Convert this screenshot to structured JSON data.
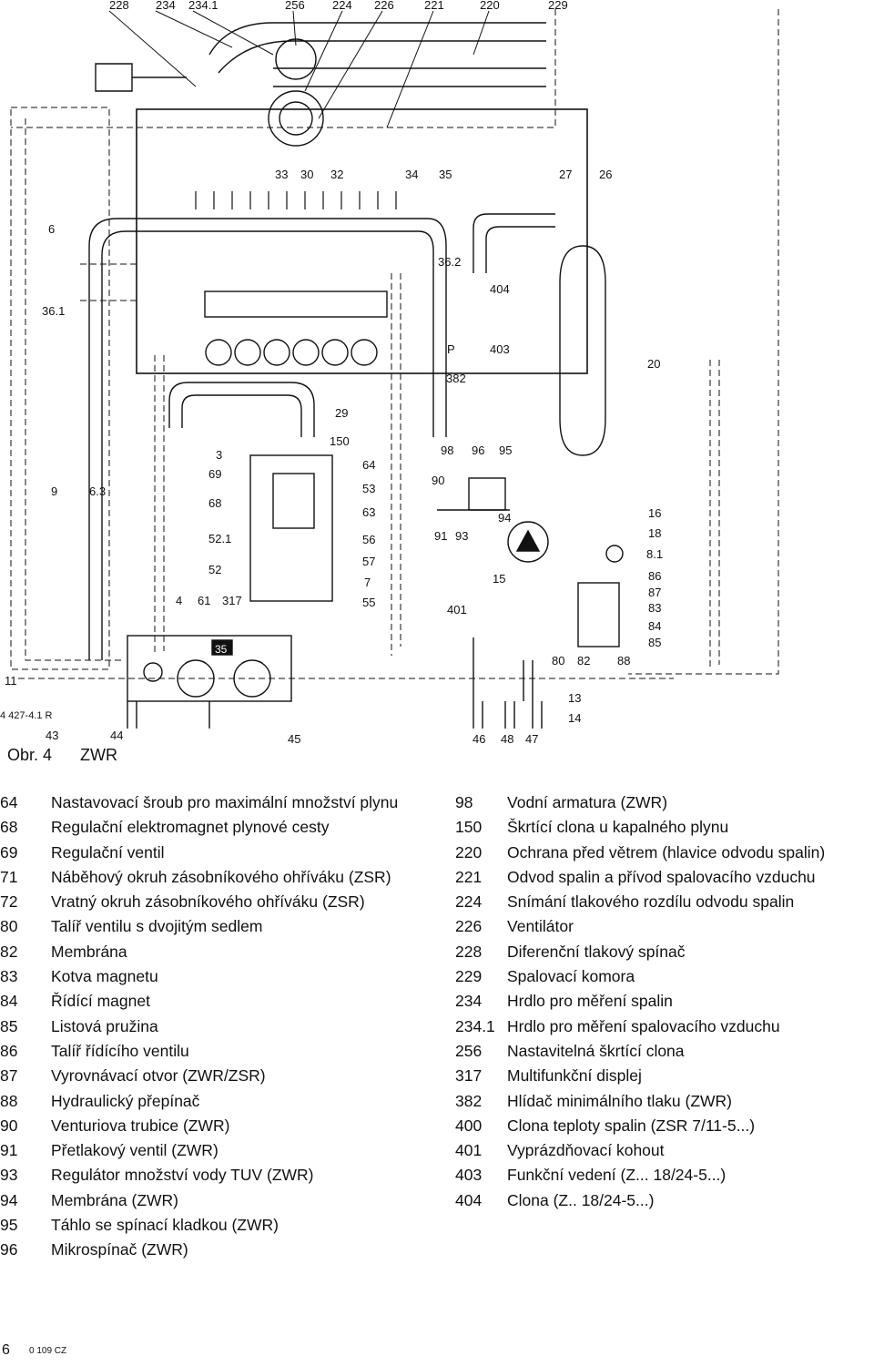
{
  "figure": {
    "number_label": "Obr. 4",
    "model_label": "ZWR",
    "doc_id": "4 427-4.1 R",
    "display_readout": "35",
    "callouts_top": [
      "228",
      "234",
      "234.1",
      "256",
      "224",
      "226",
      "221",
      "220",
      "229"
    ],
    "callouts_burner_row": [
      "33",
      "30",
      "32",
      "34",
      "35",
      "27",
      "26"
    ],
    "callouts_left_column": [
      "6",
      "36.1",
      "9",
      "6.3",
      "11"
    ],
    "callouts_center": [
      "36.2",
      "404",
      "P",
      "403",
      "382",
      "20",
      "29",
      "150"
    ],
    "callouts_gas_valve_left": [
      "3",
      "69",
      "68",
      "52.1",
      "52",
      "4",
      "61",
      "317"
    ],
    "callouts_gas_valve_right": [
      "64",
      "53",
      "63",
      "56",
      "57",
      "7",
      "55"
    ],
    "callouts_water_block": [
      "98",
      "96",
      "95",
      "90",
      "94",
      "91",
      "93",
      "15",
      "401"
    ],
    "callouts_right_column": [
      "16",
      "18",
      "8.1",
      "86",
      "87",
      "83",
      "84",
      "85",
      "80",
      "82",
      "88"
    ],
    "callouts_bottom": [
      "43",
      "44",
      "45",
      "46",
      "48",
      "47",
      "13",
      "14"
    ]
  },
  "legend_left": [
    {
      "num": "64",
      "text": "Nastavovací šroub pro maximální množství plynu"
    },
    {
      "num": "68",
      "text": "Regulační elektromagnet plynové cesty"
    },
    {
      "num": "69",
      "text": "Regulační ventil"
    },
    {
      "num": "71",
      "text": "Náběhový okruh zásobníkového ohříváku (ZSR)"
    },
    {
      "num": "72",
      "text": "Vratný okruh zásobníkového ohříváku (ZSR)"
    },
    {
      "num": "80",
      "text": "Talíř ventilu s dvojitým sedlem"
    },
    {
      "num": "82",
      "text": "Membrána"
    },
    {
      "num": "83",
      "text": "Kotva magnetu"
    },
    {
      "num": "84",
      "text": "Řídící magnet"
    },
    {
      "num": "85",
      "text": "Listová pružina"
    },
    {
      "num": "86",
      "text": "Talíř řídícího ventilu"
    },
    {
      "num": "87",
      "text": "Vyrovnávací otvor (ZWR/ZSR)"
    },
    {
      "num": "88",
      "text": "Hydraulický přepínač"
    },
    {
      "num": "90",
      "text": "Venturiova trubice (ZWR)"
    },
    {
      "num": "91",
      "text": "Přetlakový ventil (ZWR)"
    },
    {
      "num": "93",
      "text": "Regulátor množství vody TUV (ZWR)"
    },
    {
      "num": "94",
      "text": "Membrána (ZWR)"
    },
    {
      "num": "95",
      "text": "Táhlo se spínací kladkou (ZWR)"
    },
    {
      "num": "96",
      "text": "Mikrospínač (ZWR)"
    }
  ],
  "legend_right": [
    {
      "num": "98",
      "text": "Vodní armatura (ZWR)"
    },
    {
      "num": "150",
      "text": "Škrtící clona u kapalného plynu"
    },
    {
      "num": "220",
      "text": "Ochrana před větrem (hlavice odvodu spalin)"
    },
    {
      "num": "221",
      "text": "Odvod spalin a přívod spalovacího vzduchu"
    },
    {
      "num": "224",
      "text": "Snímání tlakového rozdílu odvodu spalin"
    },
    {
      "num": "226",
      "text": "Ventilátor"
    },
    {
      "num": "228",
      "text": "Diferenční tlakový spínač"
    },
    {
      "num": "229",
      "text": "Spalovací komora"
    },
    {
      "num": "234",
      "text": "Hrdlo pro měření spalin"
    },
    {
      "num": "234.1",
      "text": "Hrdlo pro měření spalovacího vzduchu"
    },
    {
      "num": "256",
      "text": "Nastavitelná škrtící clona"
    },
    {
      "num": "317",
      "text": "Multifunkční displej"
    },
    {
      "num": "382",
      "text": "Hlídač minimálního tlaku (ZWR)"
    },
    {
      "num": "400",
      "text": "Clona teploty spalin (ZSR 7/11-5...)"
    },
    {
      "num": "401",
      "text": "Vyprázdňovací kohout"
    },
    {
      "num": "403",
      "text": "Funkční vedení (Z... 18/24-5...)"
    },
    {
      "num": "404",
      "text": "Clona (Z.. 18/24-5...)"
    }
  ],
  "footer": {
    "page_number": "6",
    "doc_code": "0 109 CZ"
  }
}
